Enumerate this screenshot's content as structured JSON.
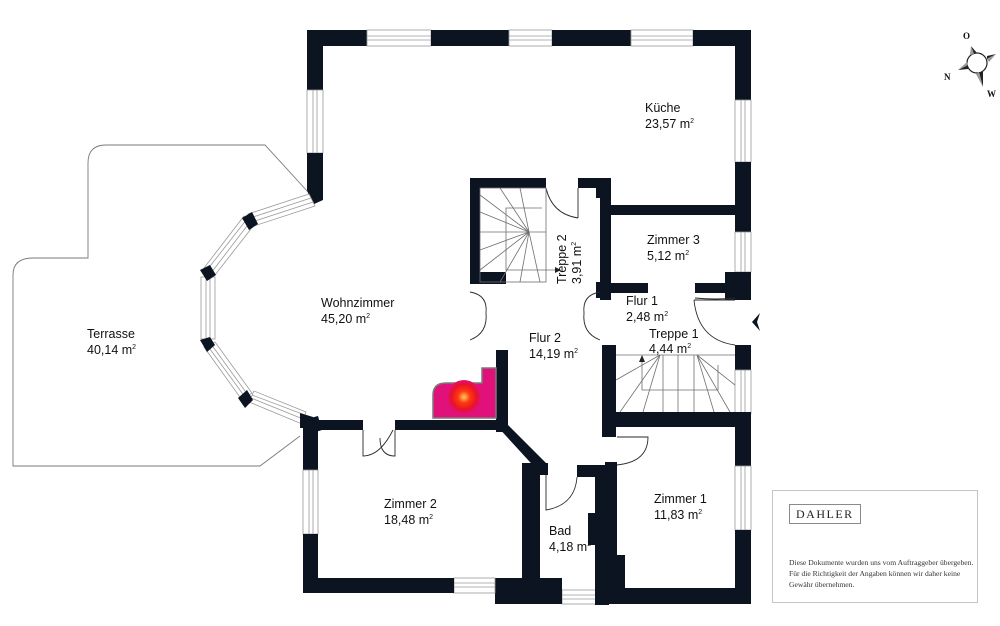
{
  "rooms": [
    {
      "id": "kueche",
      "name": "Küche",
      "area": "23,57 m",
      "unit_sup": "2"
    },
    {
      "id": "wohnzimmer",
      "name": "Wohnzimmer",
      "area": "45,20 m",
      "unit_sup": "2"
    },
    {
      "id": "terrasse",
      "name": "Terrasse",
      "area": "40,14 m",
      "unit_sup": "2"
    },
    {
      "id": "treppe2",
      "name": "Treppe 2",
      "area": "3,91 m",
      "unit_sup": "2"
    },
    {
      "id": "zimmer3",
      "name": "Zimmer 3",
      "area": "5,12 m",
      "unit_sup": "2"
    },
    {
      "id": "flur1",
      "name": "Flur 1",
      "area": "2,48 m",
      "unit_sup": "2"
    },
    {
      "id": "treppe1",
      "name": "Treppe 1",
      "area": "4,44 m",
      "unit_sup": "2"
    },
    {
      "id": "flur2",
      "name": "Flur 2",
      "area": "14,19 m",
      "unit_sup": "2"
    },
    {
      "id": "zimmer2",
      "name": "Zimmer 2",
      "area": "18,48 m",
      "unit_sup": "2"
    },
    {
      "id": "bad",
      "name": "Bad",
      "area": "4,18 m",
      "unit_sup": "2"
    },
    {
      "id": "zimmer1",
      "name": "Zimmer 1",
      "area": "11,83 m",
      "unit_sup": "2"
    }
  ],
  "compass": {
    "north": "N",
    "east": "O",
    "west": "W",
    "icon": "compass-rose-icon"
  },
  "entrance": {
    "icon": "entrance-arrow-icon"
  },
  "fireplace": {
    "icon": "fireplace-icon",
    "color": "#e0117a",
    "glow": "#ff3300"
  },
  "brand": {
    "logo": "DAHLER",
    "disclaimer": "Diese Dokumente wurden uns vom Auftraggeber übergeben. Für die Richtigkeit der Angaben können wir daher keine Gewähr übernehmen."
  },
  "colors": {
    "wall": "#0b1420",
    "window_line": "#9a9a9a",
    "fireplace": "#e0117a"
  }
}
